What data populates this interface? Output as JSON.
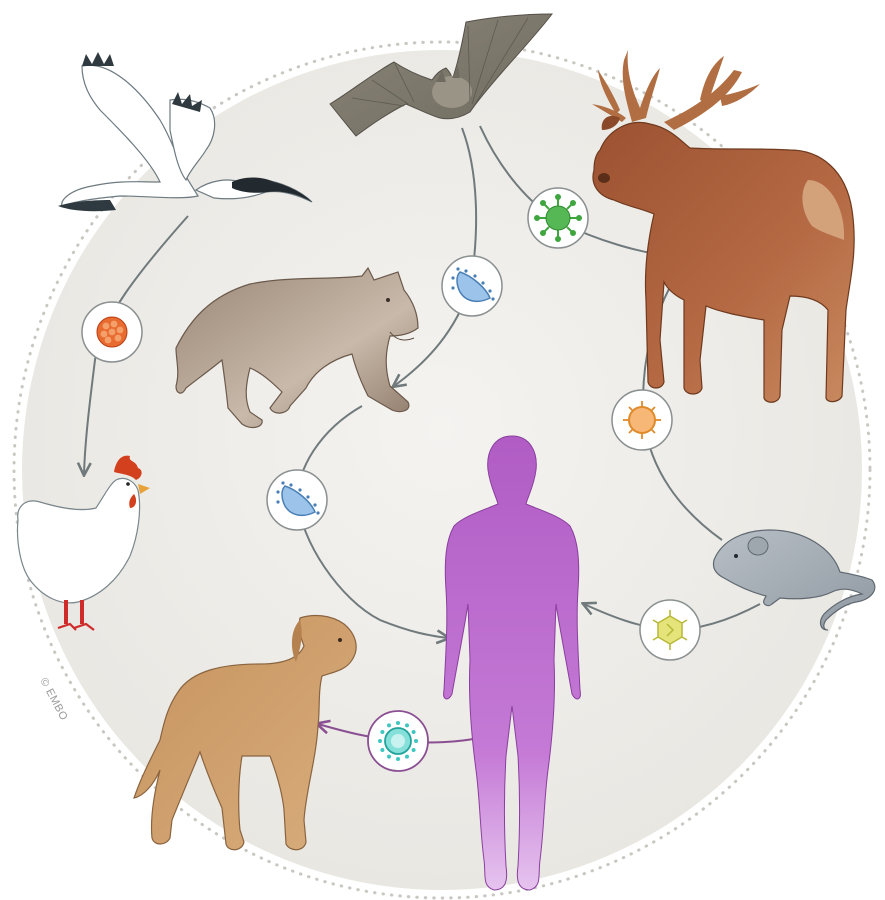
{
  "credit": "© EMBO",
  "colors": {
    "background_circle": "#eeede9",
    "dotted_ring": "#c9c7c1",
    "arrow_gray": "#707a7c",
    "arrow_purple": "#8a4f92",
    "human": "#b45dc4"
  },
  "nodes": [
    {
      "icon": "ibis-icon"
    },
    {
      "icon": "bat-icon"
    },
    {
      "icon": "elk-icon"
    },
    {
      "icon": "wolf-icon"
    },
    {
      "icon": "chicken-icon"
    },
    {
      "icon": "human-icon"
    },
    {
      "icon": "mouse-icon"
    },
    {
      "icon": "dog-icon"
    }
  ],
  "transmissions": [
    {
      "from": "ibis",
      "to": "chicken",
      "pathogen_icon": "orange-reovirus-icon",
      "color": "#d7561f"
    },
    {
      "from": "bat",
      "to": "elk",
      "pathogen_icon": "green-coronavirus-icon",
      "color": "#3fa63f"
    },
    {
      "from": "bat",
      "to": "wolf",
      "pathogen_icon": "blue-prion-icon",
      "color": "#8fb8e0"
    },
    {
      "from": "mouse",
      "to": "elk",
      "pathogen_icon": "orange-virus-icon",
      "color": "#f2a24a"
    },
    {
      "from": "wolf",
      "to": "human",
      "pathogen_icon": "blue-prion-icon",
      "color": "#8fb8e0"
    },
    {
      "from": "mouse",
      "to": "human",
      "pathogen_icon": "yellow-hexagon-virus-icon",
      "color": "#c8c84a"
    },
    {
      "from": "human",
      "to": "dog",
      "pathogen_icon": "teal-virus-icon",
      "color": "#3ec6c0"
    }
  ]
}
